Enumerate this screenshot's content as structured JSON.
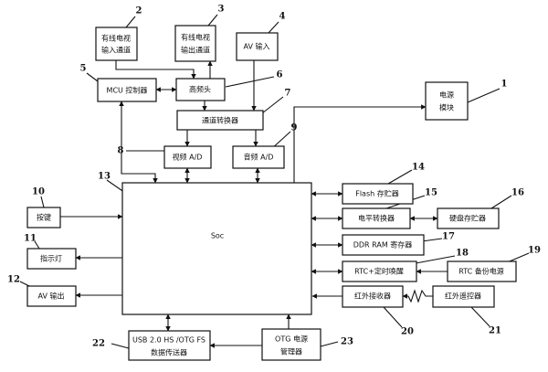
{
  "blocks": {
    "cable_in": {
      "line1": "有线电视",
      "line2": "输入通道",
      "number": "2"
    },
    "cable_out": {
      "line1": "有线电视",
      "line2": "输出通道",
      "number": "3"
    },
    "av_in": {
      "label": "AV 输入",
      "number": "4"
    },
    "mcu": {
      "label": "MCU 控制器",
      "number": "5"
    },
    "tuner": {
      "label": "高频头",
      "number": "6"
    },
    "channel_converter": {
      "label": "通道转换器",
      "number": "7"
    },
    "video_ad": {
      "label": "视频 A/D",
      "number": "8"
    },
    "audio_ad": {
      "label": "音频 A/D",
      "number": "9"
    },
    "power": {
      "line1": "电源",
      "line2": "模块",
      "number": "1"
    },
    "keys": {
      "label": "按键",
      "number": "10"
    },
    "indicator": {
      "label": "指示灯",
      "number": "11"
    },
    "av_out": {
      "label": "AV 输出",
      "number": "12"
    },
    "soc": {
      "label": "Soc",
      "number": "13"
    },
    "flash": {
      "label": "Flash 存贮器",
      "number": "14"
    },
    "level_shifter": {
      "label": "电平转换器",
      "number": "15"
    },
    "hdd": {
      "label": "硬盘存贮器",
      "number": "16"
    },
    "ddr": {
      "label": "DDR RAM 寄存器",
      "number": "17"
    },
    "rtc_wake": {
      "label": "RTC+定时唤醒",
      "number": "18"
    },
    "rtc_backup": {
      "label": "RTC 备份电源",
      "number": "19"
    },
    "ir_receiver": {
      "label": "红外接收器",
      "number": "20"
    },
    "ir_remote": {
      "label": "红外遥控器",
      "number": "21"
    },
    "usb": {
      "line1": "USB 2.0 HS /OTG FS",
      "line2": "数据传送器",
      "number": "22"
    },
    "otg_power": {
      "line1": "OTG 电源",
      "line2": "管理器",
      "number": "23"
    }
  }
}
